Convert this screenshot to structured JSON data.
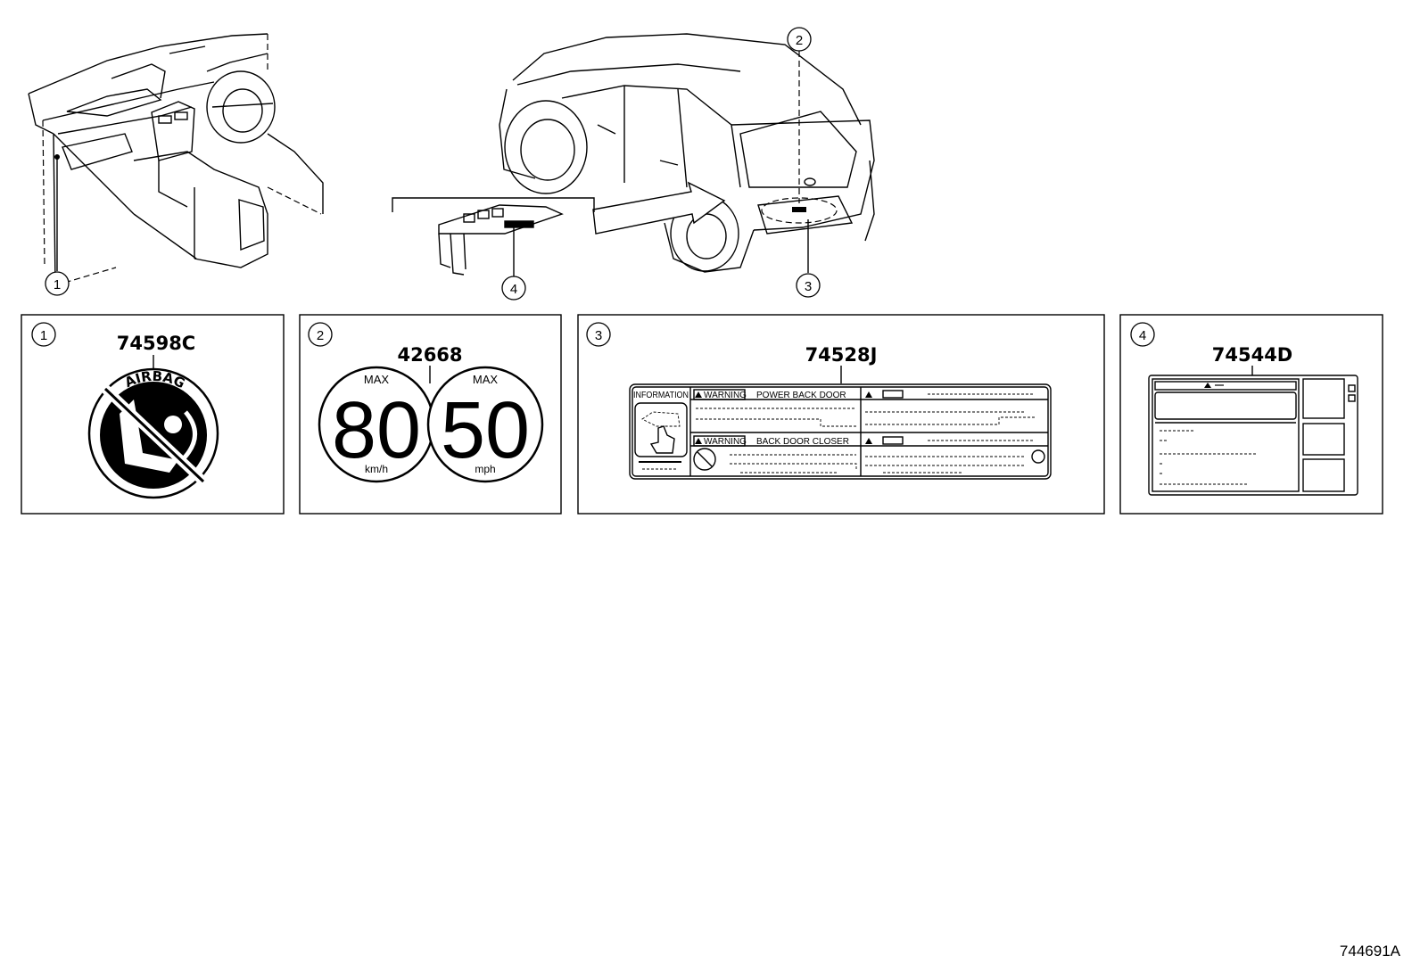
{
  "callouts": {
    "c1": "1",
    "c2": "2",
    "c3": "3",
    "c4": "4"
  },
  "panels": [
    {
      "index": "1",
      "part_number": "74598C",
      "label_text": "AIRBAG"
    },
    {
      "index": "2",
      "part_number": "42668",
      "left_max": "MAX",
      "left_value": "80",
      "left_unit": "km/h",
      "right_max": "MAX",
      "right_value": "50",
      "right_unit": "mph"
    },
    {
      "index": "3",
      "part_number": "74528J",
      "information": "INFORMATION",
      "warning_1": "WARNING",
      "warning_1_text": "POWER BACK DOOR",
      "warning_2": "WARNING",
      "warning_2_text": "BACK DOOR CLOSER"
    },
    {
      "index": "4",
      "part_number": "74544D"
    }
  ],
  "drawing_number": "744691A"
}
